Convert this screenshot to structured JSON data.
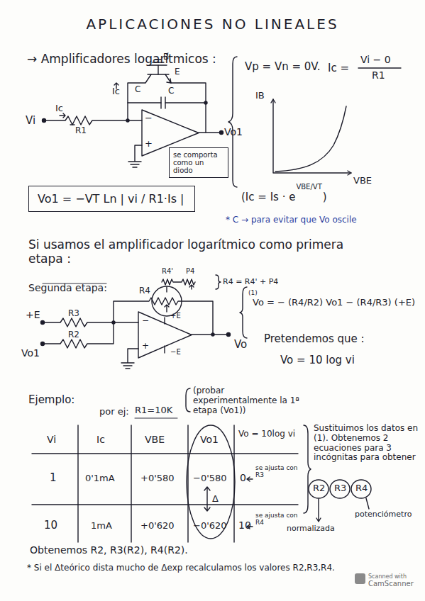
{
  "diagram": {
    "title": "APLICACIONES NO LINEALES",
    "nodes": [
      {
        "text": [
          "se comporta como un diodo"
        ]
      },
      {
        "text": [
          "Vo1 = −VT Ln | vi / R1·Is |"
        ]
      }
    ],
    "labels": [
      "→ Amplificadores logarítmicos :",
      "Ic",
      "Ic",
      "C",
      "B",
      "E",
      "C",
      "Vi",
      "R1",
      "−",
      "+",
      "Vo1",
      "Vp = Vn = 0V.",
      "Ic =",
      "Vi − 0",
      "R1",
      "IB",
      "VBE",
      "(Ic = Is · e",
      "VBE/VT",
      ")",
      "* C → para evitar que Vo oscile",
      "Si usamos el amplificador logarítmico como primera etapa :",
      "Segunda etapa:",
      "R4'",
      "P4",
      "R4 = R4' + P4",
      "+E",
      "R3",
      "R4",
      "Vo1",
      "R2",
      "+E",
      "−E",
      "−",
      "+",
      "Vo",
      "(1)",
      "Vo = − (R4/R2) Vo1 − (R4/R3) (+E)",
      "Pretendemos que :",
      "Vo = 10 log vi",
      "Ejemplo:",
      "por ej:",
      "R1=10K",
      "(probar experimentalmente la 1ª etapa (Vo1))",
      "Vi",
      "Ic",
      "VBE",
      "Vo1",
      "Vo = 10log vi",
      "1",
      "0'1mA",
      "+0'580",
      "−0'580",
      "0",
      "se ajusta con R3",
      "Δ",
      "10",
      "1mA",
      "+0'620",
      "−0'620",
      "10",
      "se ajusta con R4",
      "Sustituimos los datos en (1). Obtenemos 2 ecuaciones para 3 incógnitas para obtener",
      "R2",
      "R3",
      "R4",
      "normalizada",
      "potenciómetro",
      "Obtenemos R2, R3(R2), R4(R2).",
      "* Si el Δteórico dista mucho de Δexp recalculamos los valores R2,R3,R4.",
      "Scanned with",
      "CamScanner"
    ]
  }
}
